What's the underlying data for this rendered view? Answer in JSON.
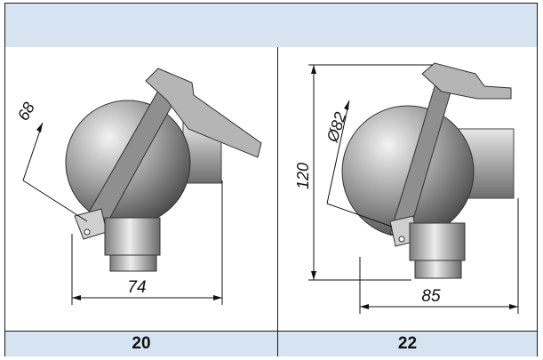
{
  "columns": [
    {
      "model": "20",
      "dimensions": {
        "diameter": "68",
        "width": "74"
      }
    },
    {
      "model": "22",
      "dimensions": {
        "diameter": "Ø82",
        "height": "120",
        "width": "85"
      }
    }
  ],
  "colors": {
    "header_bg": "#d6e3f1",
    "border": "#1a1a1a"
  }
}
